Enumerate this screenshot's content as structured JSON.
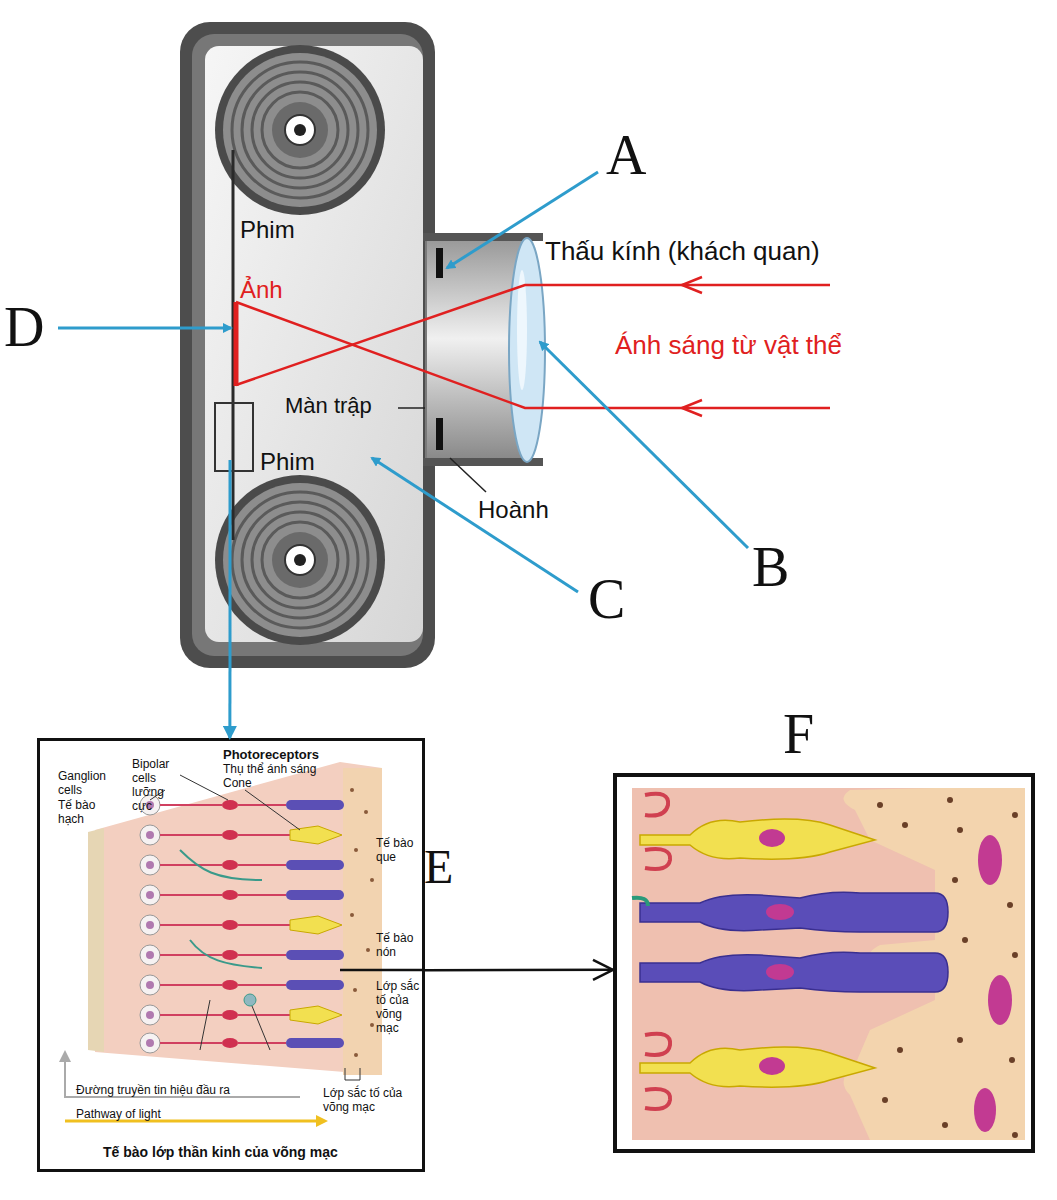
{
  "diagram": {
    "nodes": [
      {
        "text": [
          "Phim",
          "Ảnh",
          "Màn trập",
          "Phim"
        ]
      },
      {
        "text": [
          "Ganglion cells",
          "Tế bào hạch",
          "Bipolar cells",
          "lưỡng cực",
          "Photoreceptors",
          "Thụ thể ánh sáng",
          "Cone",
          "Tế bào que",
          "E",
          "Tế bào nón",
          "Lớp sắc tố của võng mạc",
          "Đường truyền tin hiệu đầu ra",
          "Pathway of light",
          "Lớp sắc tố của võng mạc",
          "Tế bào lớp thần kinh của võng mạc"
        ]
      },
      {
        "text": [
          "F"
        ]
      }
    ],
    "edges": [
      {
        "from": 0,
        "to": 1,
        "arrow": "to"
      },
      {
        "from": 1,
        "to": 2,
        "arrow": "to"
      }
    ],
    "labels": [
      "A",
      "Thấu kính (khách quan)",
      "D",
      "Ánh sáng từ vật thể",
      "Hoành",
      "B",
      "C"
    ]
  }
}
